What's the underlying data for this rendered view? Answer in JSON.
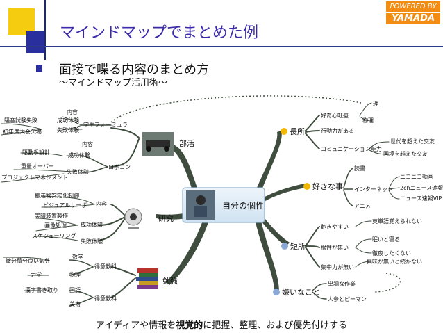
{
  "badge": {
    "line1": "POWERED BY",
    "line2": "YAMADA"
  },
  "title": "マインドマップでまとめた例",
  "subtitle": {
    "line1": "面接で喋る内容のまとめ方",
    "line2": "～マインドマップ活用術～"
  },
  "center": "自分の個性",
  "branches": {
    "bukatsu": "部活",
    "kenkyu": "研究",
    "benkyo": "勉強",
    "chousho": "長所",
    "sukinakoto": "好きな事",
    "tansho": "短所",
    "kirainakoto": "嫌いなこと"
  },
  "labels": {
    "gakusei_formula": "学生フォーミュラ",
    "f_naiyou": "内容",
    "f_seikou": "成功体験",
    "f_shippai": "失敗体験",
    "f_kenshou": "騒音試験失敗",
    "f_shodo": "初年度大会欠場",
    "robocon": "ロボコン",
    "r_naiyou": "内容",
    "r_seikou": "成功体験",
    "r_kudou": "駆動系設計",
    "r_shippai": "失敗体験",
    "r_juuryou": "重量オーバー",
    "r_project": "プロジェクトマネジメント",
    "k_hansou": "搬送物安定化制御",
    "k_visual": "ビジュアルサーボ",
    "k_naiyou": "内容",
    "k_jikken": "実験装置製作",
    "k_gazou": "画像処理",
    "k_seikou": "成功体験",
    "k_schedule": "スケジューリング",
    "k_shippai": "失敗体験",
    "b_bibun": "微分積分良い気分",
    "b_suugaku": "数学",
    "b_tokui1": "得意教科",
    "b_rikigaku": "力学",
    "b_butsuri": "物理",
    "b_kanji": "漢字書き取り",
    "b_kokugo": "国語",
    "b_tokui2": "得意教科",
    "b_bijutsu": "美術",
    "c_koukishin": "好奇心旺盛",
    "c_rika": "理",
    "c_mono": "物理",
    "c_koudou": "行動力がある",
    "c_comm": "コミュニケーション能力",
    "c_sedai": "世代を超えた交友",
    "c_kokkyou": "国境を越えた交友",
    "s_dokusho": "読書",
    "s_internet": "インターネット",
    "s_nico": "ニコニコ動画",
    "s_2ch": "2chニュース速報",
    "s_newsvip": "ニュース速報VIP",
    "s_anime": "アニメ",
    "t_akiyasui": "飽きやすい",
    "t_eitango": "英単語覚えられない",
    "t_konki": "根性が無い",
    "t_nemui": "眠いと寝る",
    "t_tetsuya": "徹夜したくない",
    "t_shuuchuu": "集中力が無い",
    "t_kyoumi": "興味が無いと続かない",
    "k_tanchou": "単調な作業",
    "k_ninjin": "人参とピーマン"
  },
  "caption": {
    "pre": "アイディアや情報を",
    "bold": "視覚的",
    "post": "に把握、整理、および優先付けする"
  },
  "colors": {
    "accent": "#3a2aa8",
    "badge": "#f28c13",
    "branch": "#3f4d3f",
    "smiley": "#f2b705"
  }
}
